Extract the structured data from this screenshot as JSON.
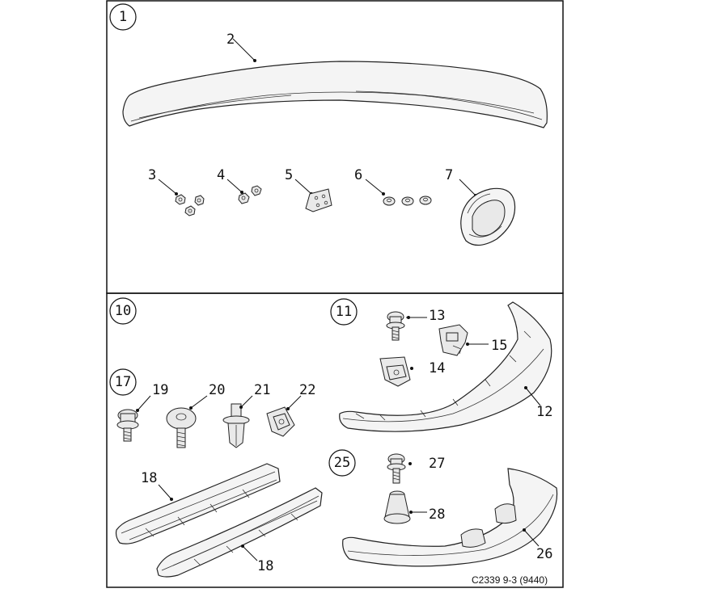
{
  "diagram": {
    "group_labels": {
      "g1": "1",
      "g10": "10",
      "g11": "11",
      "g17": "17",
      "g25": "25"
    },
    "part_labels": {
      "p2": "2",
      "p3": "3",
      "p4": "4",
      "p5": "5",
      "p6": "6",
      "p7": "7",
      "p12": "12",
      "p13": "13",
      "p14": "14",
      "p15": "15",
      "p18a": "18",
      "p18b": "18",
      "p19": "19",
      "p20": "20",
      "p21": "21",
      "p22": "22",
      "p26": "26",
      "p27": "27",
      "p28": "28"
    },
    "reference_code": "C2339 9-3 (9440)"
  }
}
